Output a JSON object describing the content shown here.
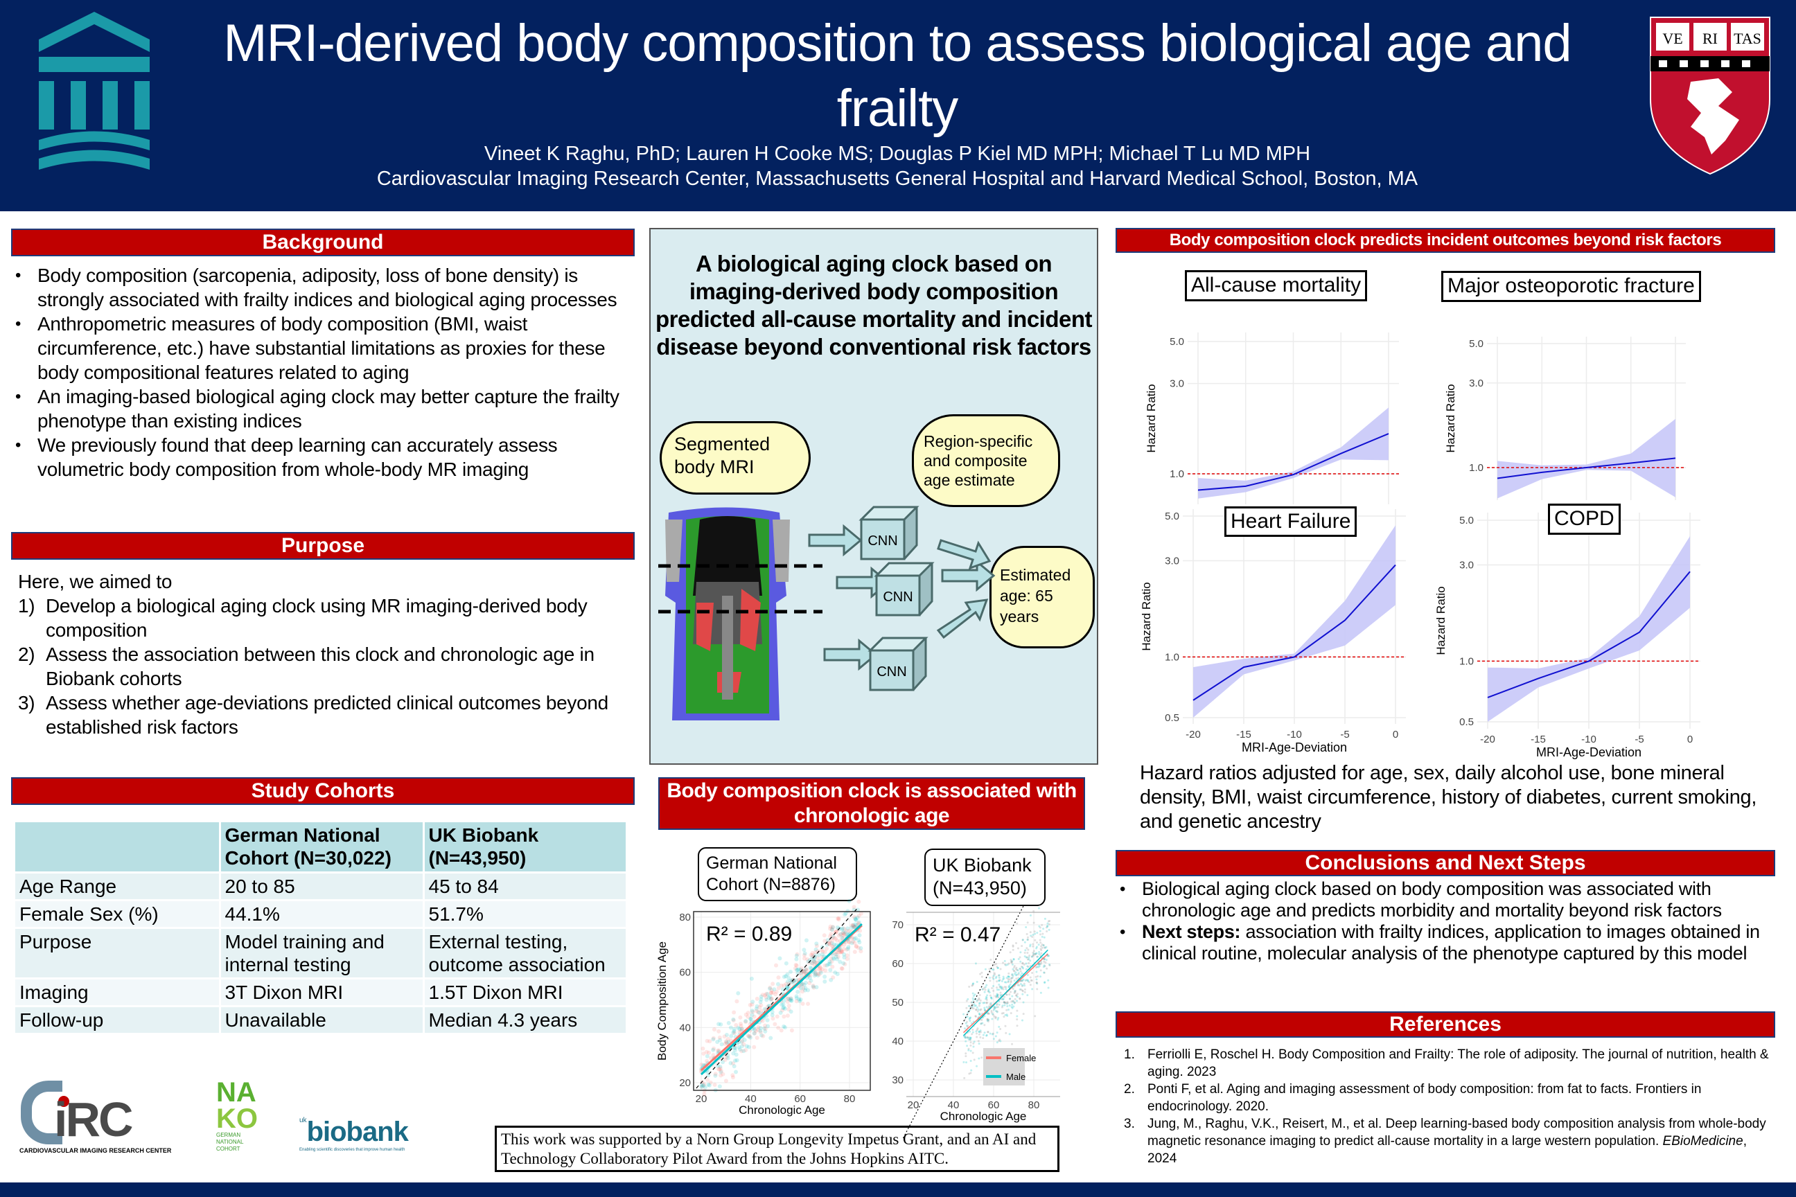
{
  "header": {
    "title": "MRI-derived body composition to assess biological age and frailty",
    "authors": "Vineet K Raghu, PhD; Lauren H Cooke MS; Douglas P Kiel MD MPH; Michael T Lu MD MPH",
    "affiliation": "Cardiovascular Imaging Research Center, Massachusetts General Hospital and Harvard Medical School, Boston, MA",
    "logo_left": "MGH",
    "shield_text": [
      "VE",
      "RI",
      "TAS"
    ]
  },
  "background": {
    "heading": "Background",
    "bullets": [
      "Body composition (sarcopenia, adiposity, loss of bone density) is strongly associated with frailty indices and biological aging processes",
      "Anthropometric measures of body composition (BMI, waist circumference, etc.) have substantial limitations as proxies for these body compositional features related to aging",
      "An imaging-based biological aging clock may better capture the frailty phenotype than existing indices",
      "We previously found that deep learning can accurately assess volumetric body composition from whole-body MR imaging"
    ]
  },
  "purpose": {
    "heading": "Purpose",
    "intro": "Here, we aimed to",
    "items": [
      {
        "n": "1)",
        "text": "Develop a biological aging clock using MR imaging-derived body composition"
      },
      {
        "n": "2)",
        "text": "Assess the association between this clock and chronologic age in Biobank cohorts"
      },
      {
        "n": "3)",
        "text": "Assess whether age-deviations predicted clinical outcomes beyond established risk factors"
      }
    ]
  },
  "cohorts": {
    "heading": "Study Cohorts",
    "columns": [
      "",
      "German National Cohort (N=30,022)",
      "UK Biobank (N=43,950)"
    ],
    "rows": [
      [
        "Age Range",
        "20 to 85",
        "45 to 84"
      ],
      [
        "Female Sex (%)",
        "44.1%",
        "51.7%"
      ],
      [
        "Purpose",
        "Model training and internal testing",
        "External testing, outcome association"
      ],
      [
        "Imaging",
        "3T Dixon MRI",
        "1.5T Dixon MRI"
      ],
      [
        "Follow-up",
        "Unavailable",
        "Median 4.3 years"
      ]
    ]
  },
  "logos": {
    "circ": "CARDIOVASCULAR IMAGING RESEARCH CENTER",
    "circ_mark": "iRC",
    "nako": [
      "NA",
      "KO"
    ],
    "nako_sub": "GERMAN NATIONAL COHORT",
    "biobank": "biobank",
    "biobank_uk": "uk",
    "biobank_sub": "Enabling scientific discoveries that improve human health"
  },
  "diagram": {
    "title": "A biological aging clock based on imaging-derived body composition predicted all-cause mortality and incident disease beyond conventional risk factors",
    "seg": "Segmented body MRI",
    "region": "Region-specific and composite age estimate",
    "estimated": "Estimated age: 65 years",
    "cnn": "CNN"
  },
  "assoc": {
    "heading": "Body composition clock is associated with chronologic age"
  },
  "funding": "This work was supported by a Norn Group Longevity Impetus Grant, and an AI and Technology Collaboratory Pilot Award from the Johns Hopkins AITC.",
  "outcomes": {
    "heading": "Body composition clock predicts incident outcomes beyond risk factors",
    "caption": "Hazard ratios adjusted for age, sex, daily alcohol use, bone mineral density, BMI, waist circumference, history of diabetes, current smoking, and genetic ancestry"
  },
  "conclusions": {
    "heading": "Conclusions and Next Steps",
    "b1": "Biological aging clock based on body composition was associated with chronologic age and predicts morbidity and mortality beyond risk factors",
    "b2_bold": "Next steps:",
    "b2": " association with frailty indices, application to images obtained in clinical routine, molecular analysis of the phenotype captured by this model"
  },
  "references": {
    "heading": "References",
    "items": [
      {
        "n": "1.",
        "text": "Ferriolli E, Roschel H. Body Composition and Frailty: The role of adiposity. The journal of nutrition, health & aging. 2023"
      },
      {
        "n": "2.",
        "text": "Ponti F, et al. Aging and imaging assessment of body composition: from fat to facts. Frontiers in endocrinology. 2020."
      },
      {
        "n": "3.",
        "text": "Jung, M., Raghu, V.K., Reisert, M., et al. Deep learning-based body composition analysis from whole-body magnetic resonance imaging to predict all-cause mortality in a large western population. ",
        "journal": "EBioMedicine",
        "year": ", 2024"
      }
    ]
  },
  "colors": {
    "navy": "#03215f",
    "red": "#c00000",
    "teal": "#1b9aa8",
    "band": "#c8c8f8",
    "line": "#1010d0",
    "female": "#f8766d",
    "male": "#00bfc4"
  },
  "chart_data": [
    {
      "type": "scatter",
      "title": "German National Cohort (N=8876)",
      "annotation": "R² = 0.89",
      "xlabel": "Chronologic Age",
      "ylabel": "Body Composition Age",
      "xticks": [
        20,
        40,
        60,
        80
      ],
      "yticks": [
        20,
        40,
        60,
        80
      ],
      "xlim": [
        18,
        88
      ],
      "ylim": [
        17,
        83
      ],
      "n_points": 8876,
      "fits": [
        {
          "name": "Female",
          "x": [
            20,
            85
          ],
          "y": [
            24.5,
            77
          ]
        },
        {
          "name": "Male",
          "x": [
            20,
            85
          ],
          "y": [
            23,
            77.5
          ]
        }
      ],
      "identity_line": true
    },
    {
      "type": "scatter",
      "title": "UK Biobank (N=43,950)",
      "annotation": "R² = 0.47",
      "xlabel": "Chronologic Age",
      "ylabel": "",
      "xticks": [
        20,
        40,
        60,
        80
      ],
      "yticks": [
        30,
        40,
        50,
        60,
        70
      ],
      "xlim": [
        15,
        93
      ],
      "ylim": [
        25,
        73
      ],
      "n_points": 43950,
      "fits": [
        {
          "name": "Female",
          "x": [
            45,
            87
          ],
          "y": [
            42.2,
            62.5
          ]
        },
        {
          "name": "Male",
          "x": [
            45,
            87
          ],
          "y": [
            41.4,
            63.5
          ]
        }
      ],
      "identity_line": true,
      "legend": [
        "Female",
        "Male"
      ],
      "legend_position": "bottom-right"
    },
    {
      "type": "line",
      "title": "All-cause mortality",
      "xlabel": "MRI-Age-Deviation",
      "ylabel": "Hazard Ratio",
      "yscale": "log",
      "yticks": [
        1.0,
        3.0,
        5.0
      ],
      "x": [
        -20,
        -15,
        -10,
        -5,
        0
      ],
      "hr": [
        0.82,
        0.86,
        0.99,
        1.28,
        1.63
      ],
      "lower": [
        0.74,
        0.8,
        0.95,
        1.19,
        1.18
      ],
      "upper": [
        0.95,
        0.92,
        1.03,
        1.38,
        2.24
      ],
      "reference": 1.0
    },
    {
      "type": "line",
      "title": "Major osteoporotic fracture",
      "xlabel": "MRI-Age-Deviation",
      "ylabel": "Hazard Ratio",
      "yscale": "log",
      "yticks": [
        1.0,
        3.0,
        5.0
      ],
      "x": [
        -20,
        -15,
        -10,
        -5,
        0
      ],
      "hr": [
        0.87,
        0.94,
        1.0,
        1.06,
        1.13
      ],
      "lower": [
        0.67,
        0.86,
        0.97,
        0.96,
        0.68
      ],
      "upper": [
        1.09,
        1.03,
        1.04,
        1.2,
        1.88
      ],
      "reference": 1.0
    },
    {
      "type": "line",
      "title": "Heart Failure",
      "xlabel": "MRI-Age-Deviation",
      "ylabel": "Hazard Ratio",
      "yscale": "log",
      "yticks": [
        0.5,
        1.0,
        3.0,
        5.0
      ],
      "xticks": [
        -20,
        -15,
        -10,
        -5,
        0
      ],
      "x": [
        -20,
        -15,
        -10,
        -5,
        0
      ],
      "hr": [
        0.61,
        0.89,
        1.0,
        1.52,
        2.86
      ],
      "lower": [
        0.5,
        0.82,
        0.96,
        1.14,
        1.81
      ],
      "upper": [
        0.89,
        0.98,
        1.04,
        1.9,
        4.5
      ],
      "reference": 1.0
    },
    {
      "type": "line",
      "title": "COPD",
      "xlabel": "MRI-Age-Deviation",
      "ylabel": "Hazard Ratio",
      "yscale": "log",
      "yticks": [
        0.5,
        1.0,
        3.0,
        5.0
      ],
      "xticks": [
        -20,
        -15,
        -10,
        -5,
        0
      ],
      "x": [
        -20,
        -15,
        -10,
        -5,
        0
      ],
      "hr": [
        0.66,
        0.82,
        1.0,
        1.39,
        2.78
      ],
      "lower": [
        0.5,
        0.74,
        0.92,
        1.13,
        1.84
      ],
      "upper": [
        0.93,
        0.92,
        1.04,
        1.67,
        4.17
      ],
      "reference": 1.0
    }
  ]
}
